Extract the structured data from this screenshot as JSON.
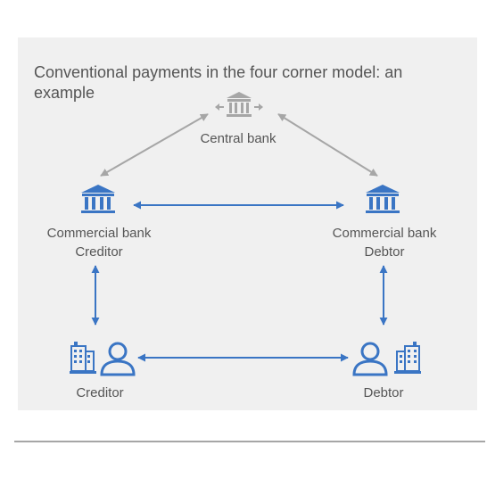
{
  "title": "Conventional payments in the four corner model: an example",
  "nodes": {
    "central_bank": {
      "label": "Central bank",
      "icon": "central-bank-icon"
    },
    "creditor_bank": {
      "line1": "Commercial bank",
      "line2": "Creditor",
      "icon": "bank-icon"
    },
    "debtor_bank": {
      "line1": "Commercial bank",
      "line2": "Debtor",
      "icon": "bank-icon"
    },
    "creditor": {
      "label": "Creditor",
      "icon": "person-building-icon"
    },
    "debtor": {
      "label": "Debtor",
      "icon": "person-building-icon"
    }
  },
  "colors": {
    "panel_background": "#f0f0f0",
    "text": "#555555",
    "accent_blue": "#3a75c4",
    "central_gray": "#a6a6a6"
  }
}
